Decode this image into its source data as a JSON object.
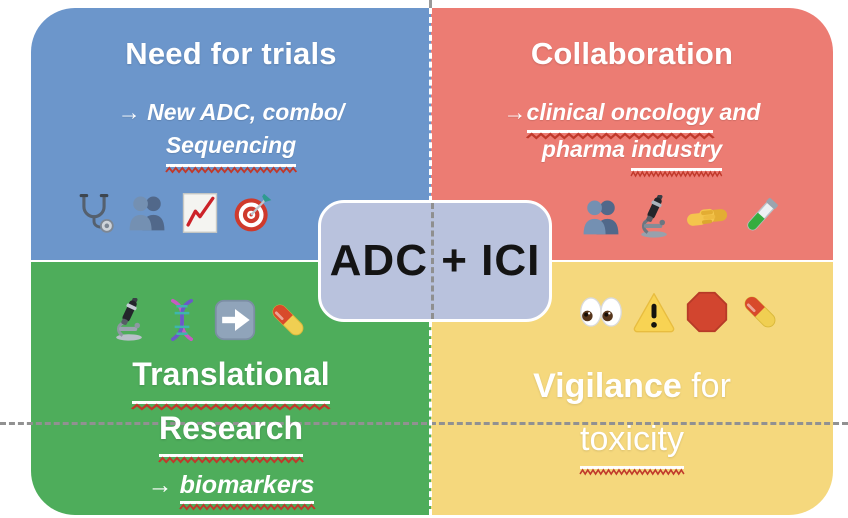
{
  "slide": {
    "center_label": "ADC + ICI",
    "quadrants": {
      "need": {
        "title": "Need for trials",
        "arrow": "→",
        "line1": "New ADC, combo/",
        "line2": "Sequencing",
        "icons": [
          "stethoscope-icon",
          "people-icon",
          "chart-increasing-icon",
          "target-icon"
        ],
        "color": "#6C96CB"
      },
      "collaboration": {
        "title": "Collaboration",
        "arrow": "→",
        "line1_underlined": "clinical oncology",
        "line1_rest": " and",
        "line2_plain": "pharma ",
        "line2_underlined": "industry",
        "icons": [
          "people-icon",
          "microscope-icon",
          "handshake-icon",
          "test-tube-icon"
        ],
        "color": "#EC7C73"
      },
      "translational": {
        "title_line1": "Translational",
        "title_line2": "Research",
        "arrow": "→",
        "sub": "biomarkers",
        "icons": [
          "microscope-icon",
          "dna-icon",
          "arrow-right-icon",
          "pill-icon"
        ],
        "color": "#4EAD5B"
      },
      "vigilance": {
        "title_bold": "Vigilance",
        "title_rest": " for",
        "title_line2": "toxicity",
        "icons": [
          "eyes-icon",
          "warning-icon",
          "stop-sign-icon",
          "pill-icon"
        ],
        "color": "#F5D87D"
      }
    },
    "colors": {
      "background": "#FFFFFF",
      "center_box": "#B9C2DD",
      "quadrant_text": "#FFFFFF",
      "center_text": "#141414",
      "dash_gray": "#919191",
      "dash_white": "#FFFFFF",
      "squiggle": "#C0392B"
    }
  }
}
